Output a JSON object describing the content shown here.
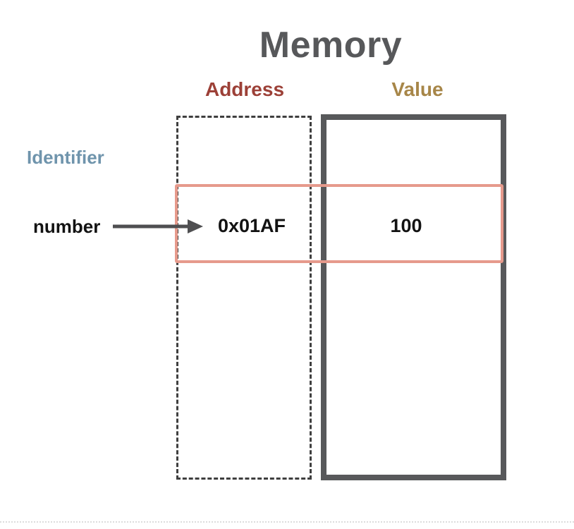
{
  "diagram": {
    "title": "Memory",
    "column_headers": {
      "address": "Address",
      "value": "Value"
    },
    "identifier_heading": "Identifier",
    "row": {
      "identifier": "number",
      "address": "0x01AF",
      "value": "100"
    }
  },
  "colors": {
    "title": "#57585a",
    "address_header": "#9c4037",
    "value_header": "#a78648",
    "identifier_heading": "#6f94ac",
    "row_text": "#121212",
    "highlight_border": "#e69a8c",
    "value_box_border": "#58595b",
    "address_box_border": "#3f3f3f",
    "arrow": "#4f4f51"
  }
}
